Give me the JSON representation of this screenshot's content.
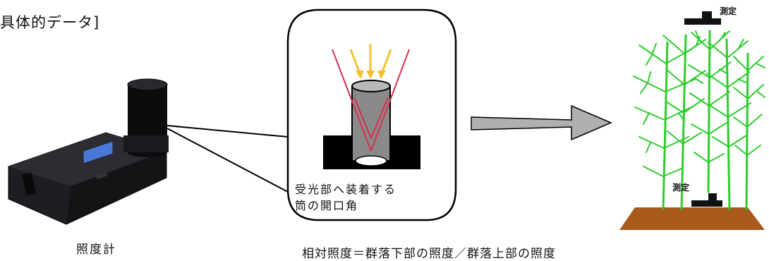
{
  "heading": "具体的データ]",
  "meter_caption": "照度計",
  "callout": {
    "line1": "受光部へ装着する",
    "line2": "筒の開口角"
  },
  "formula": "相対照度＝群落下部の照度／群落上部の照度",
  "measure_label_top": "測定",
  "measure_label_bottom": "測定",
  "colors": {
    "plant": "#2ecc2e",
    "soil": "#a85a1c",
    "sensor": "#111111",
    "arrow_fill": "#b0b0b0",
    "light_rays": "#f2c230",
    "angle_lines": "#d6304a",
    "meter_screen": "#4a78d8"
  }
}
